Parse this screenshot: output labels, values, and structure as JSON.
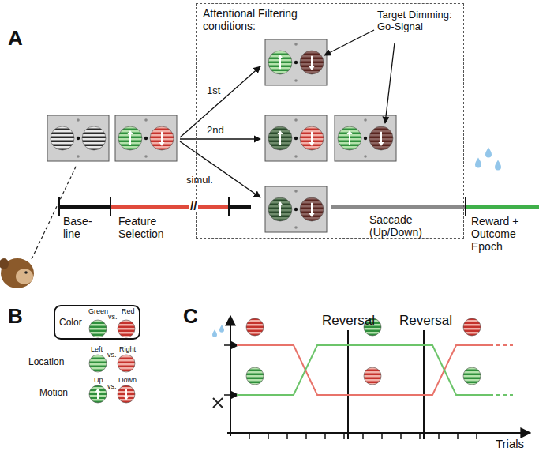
{
  "diagram": {
    "nodes": [
      {
        "text": [
          "Attentional Filtering conditions:"
        ]
      },
      {
        "text": [
          "Color",
          "Green",
          "vs.",
          "Red"
        ]
      }
    ],
    "labels": [
      "A",
      "1st",
      "2nd",
      "simul.",
      "Target Dimming: Go-Signal",
      "Base-line",
      "Feature Selection",
      "//",
      "Saccade (Up/Down)",
      "Reward + Outcome Epoch",
      "B",
      "Location",
      "Left",
      "vs.",
      "Right",
      "Motion",
      "Up",
      "vs.",
      "Down",
      "C",
      "Reversal",
      "Reversal",
      "Trials"
    ]
  }
}
